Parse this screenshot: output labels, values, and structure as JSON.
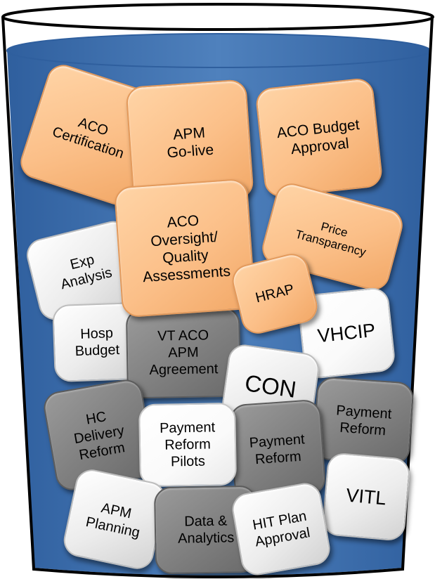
{
  "colors": {
    "water": "#4f81bd",
    "water_edge": "#2f5f9e",
    "glass_outline": "#000000",
    "tile_orange": "#fbbf88",
    "tile_light_gray": "#e6e6e6",
    "tile_white": "#ffffff",
    "tile_dark_gray": "#808080"
  },
  "tiles": {
    "aco_certification": "ACO\nCertification",
    "apm_go_live": "APM\nGo-live",
    "aco_budget_approval": "ACO Budget\nApproval",
    "price_transparency": "Price\nTransparency",
    "exp_analysis": "Exp\nAnalysis",
    "aco_oversight": "ACO\nOversight/\nQuality\nAssessments",
    "hrap": "HRAP",
    "vhcip": "VHCIP",
    "hosp_budget": "Hosp\nBudget",
    "vt_aco_apm_agreement": "VT ACO\nAPM\nAgreement",
    "con": "CON",
    "payment_reform_right": "Payment\nReform",
    "hc_delivery_reform": "HC\nDelivery\nReform",
    "payment_reform_pilots": "Payment\nReform\nPilots",
    "payment_reform_center": "Payment\nReform",
    "vitl": "VITL",
    "apm_planning": "APM\nPlanning",
    "data_analytics": "Data &\nAnalytics",
    "hit_plan_approval": "HIT Plan\nApproval"
  }
}
